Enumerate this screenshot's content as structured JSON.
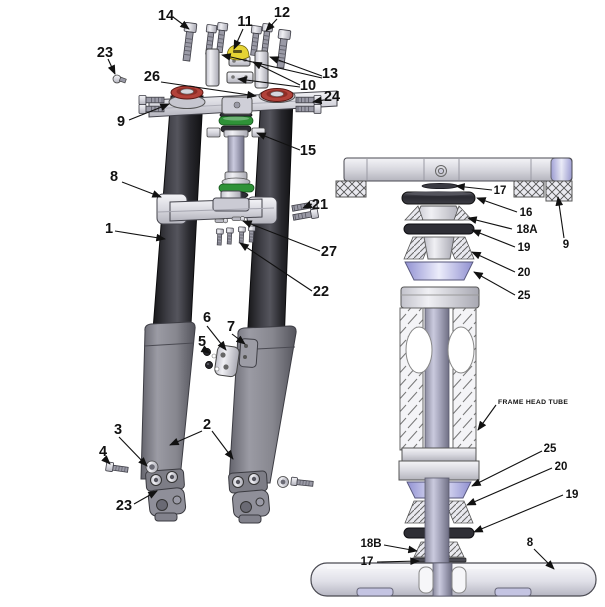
{
  "figure": {
    "type": "exploded-parts-diagram",
    "callouts": {
      "n1": "1",
      "n2": "2",
      "n3": "3",
      "n4": "4",
      "n5": "5",
      "n6": "6",
      "n7": "7",
      "n8_left": "8",
      "n8_right": "8",
      "n9_left": "9",
      "n9_right": "9",
      "n10": "10",
      "n11": "11",
      "n12": "12",
      "n13": "13",
      "n14": "14",
      "n15": "15",
      "n16": "16",
      "n17_top": "17",
      "n17_bottom": "17",
      "n18a": "18A",
      "n18b": "18B",
      "n19_top": "19",
      "n19_mid": "19",
      "n20_top": "20",
      "n20_mid": "20",
      "n21": "21",
      "n22": "22",
      "n23_top": "23",
      "n23_bottom": "23",
      "n24": "24",
      "n25_top": "25",
      "n25_mid": "25",
      "n26": "26",
      "n27": "27",
      "frame_head_tube": "FRAME HEAD TUBE"
    },
    "colors": {
      "fork_cap_red": "#b2423a",
      "bearing_green": "#2f9238",
      "pad_yellow": "#e6d434",
      "seal_dark": "#2e2e35",
      "race_blue": "#b7b7e8",
      "tube_black": "#232327",
      "lower_gray": "#8b8b94",
      "clamp_silver": "#dadae1",
      "line": "#111111"
    }
  }
}
